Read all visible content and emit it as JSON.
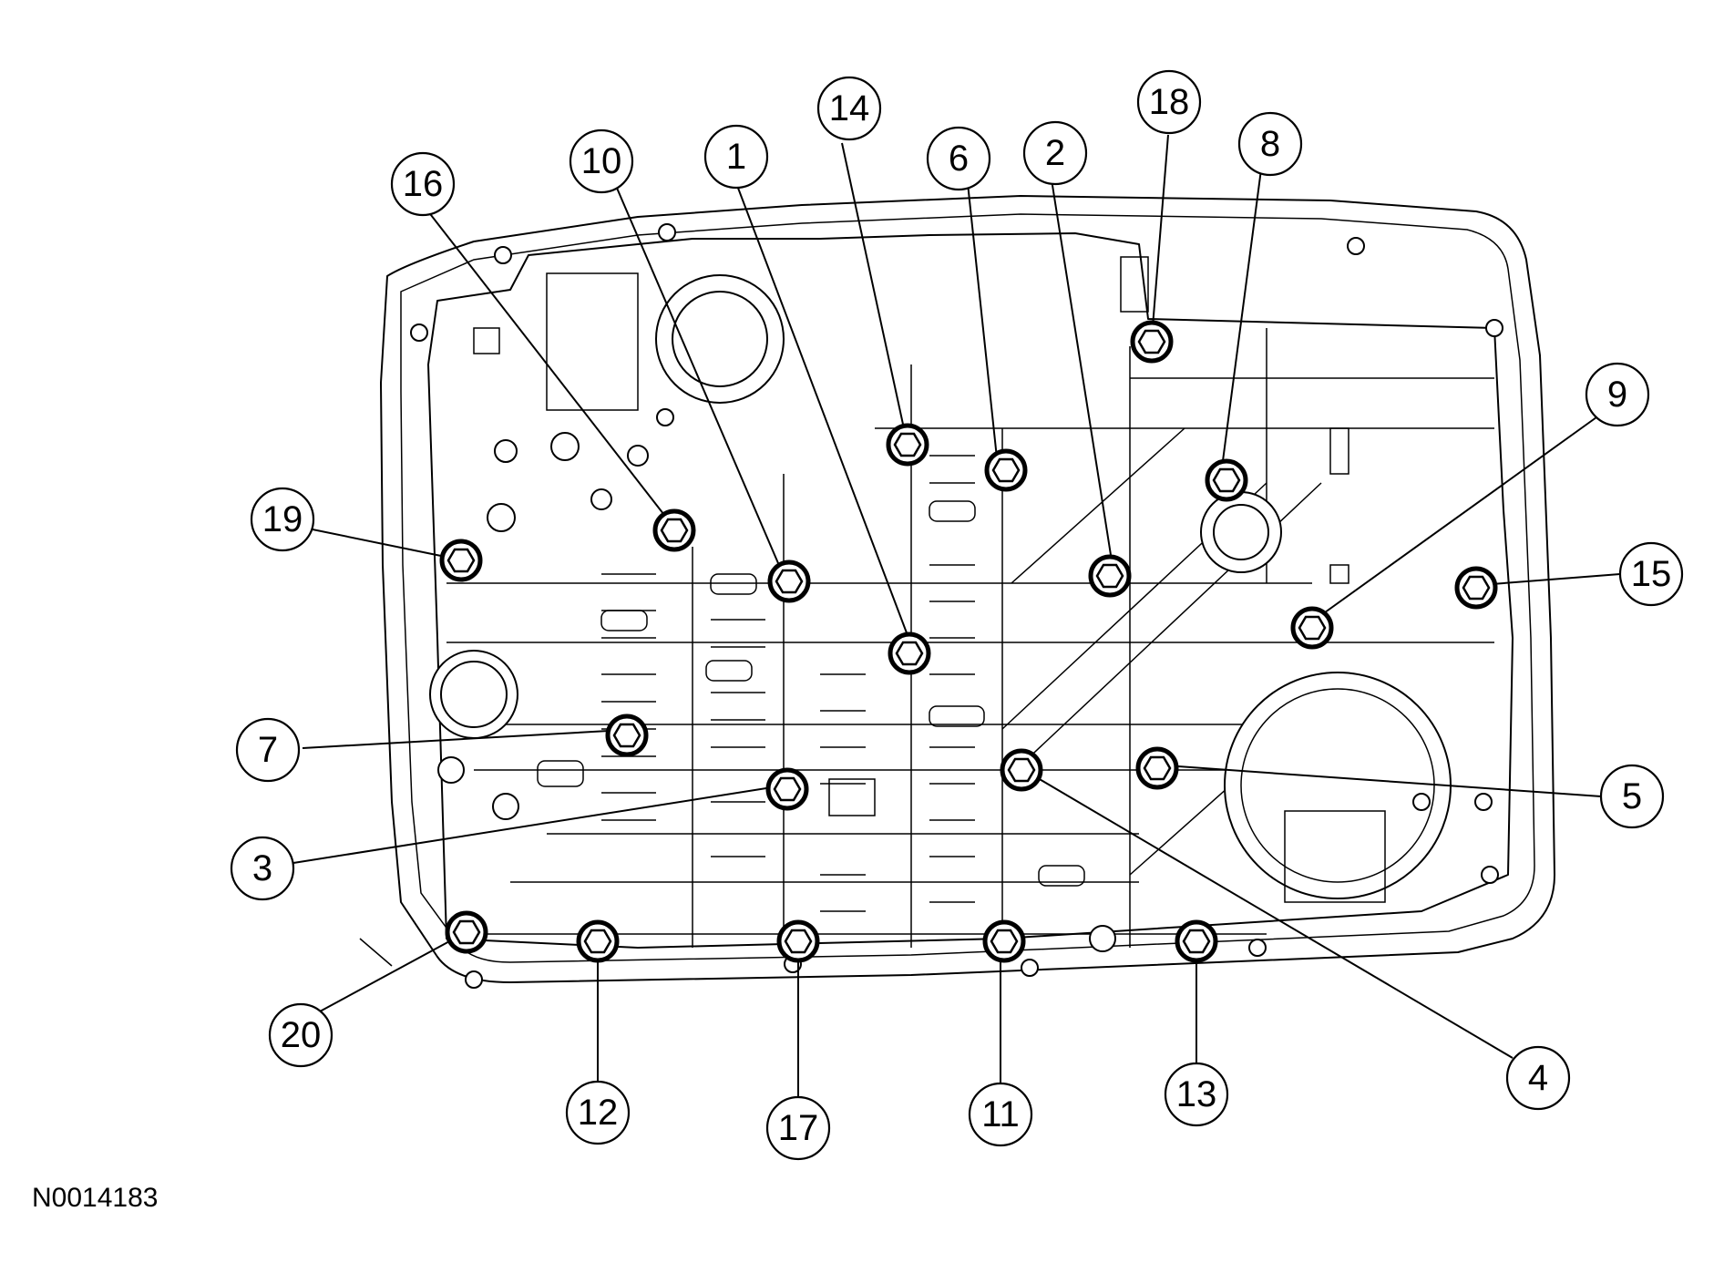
{
  "figure_id": "N0014183",
  "callouts": [
    "1",
    "2",
    "3",
    "4",
    "5",
    "6",
    "7",
    "8",
    "9",
    "10",
    "11",
    "12",
    "13",
    "14",
    "15",
    "16",
    "17",
    "18",
    "19",
    "20"
  ]
}
